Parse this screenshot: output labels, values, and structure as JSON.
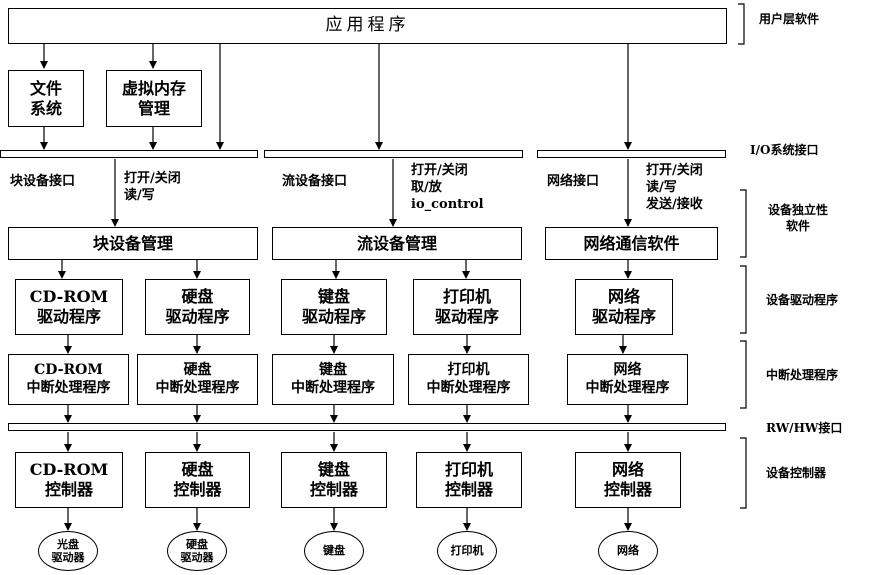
{
  "app": {
    "title": "应用程序"
  },
  "top": {
    "file": "文件\n系统",
    "vm": "虚拟内存\n管理"
  },
  "bars": {
    "io": "I/O系统接口",
    "rw": "RW/HW接口"
  },
  "interfaces": {
    "block": "块设备接口",
    "stream": "流设备接口",
    "net": "网络接口"
  },
  "ops": {
    "block": "打开/关闭\n读/写",
    "stream": "打开/关闭\n取/放\nio_control",
    "net": "打开/关闭\n读/写\n发送/接收"
  },
  "mgmt": {
    "block": "块设备管理",
    "stream": "流设备管理",
    "net": "网络通信软件"
  },
  "drivers": [
    "CD-ROM\n驱动程序",
    "硬盘\n驱动程序",
    "键盘\n驱动程序",
    "打印机\n驱动程序",
    "网络\n驱动程序"
  ],
  "handlers": [
    "CD-ROM\n中断处理程序",
    "硬盘\n中断处理程序",
    "键盘\n中断处理程序",
    "打印机\n中断处理程序",
    "网络\n中断处理程序"
  ],
  "controllers": [
    "CD-ROM\n控制器",
    "硬盘\n控制器",
    "键盘\n控制器",
    "打印机\n控制器",
    "网络\n控制器"
  ],
  "devices": [
    "光盘\n驱动器",
    "硬盘\n驱动器",
    "键盘",
    "打印机",
    "网络"
  ],
  "layers": {
    "user": "用户层软件",
    "io": "I/O系统接口",
    "indep": "设备独立性\n软件",
    "driver": "设备驱动程序",
    "interrupt": "中断处理程序",
    "rwhw": "RW/HW接口",
    "ctrl": "设备控制器"
  }
}
